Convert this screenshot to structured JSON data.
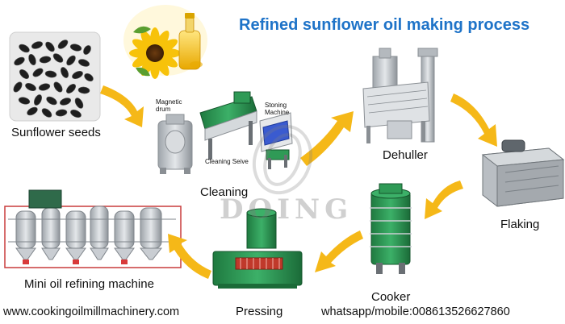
{
  "title": "Refined sunflower oil making process",
  "steps": {
    "seeds": "Sunflower seeds",
    "cleaning": "Cleaning",
    "dehuller": "Dehuller",
    "flaking": "Flaking",
    "cooker": "Cooker",
    "pressing": "Pressing",
    "refining": "Mini oil refining machine"
  },
  "machine_labels": {
    "magnetic_drum_1": "Magnetic",
    "magnetic_drum_2": "drum",
    "stoning_1": "Stoning",
    "stoning_2": "Machine",
    "cleaning_sieve": "Cleaning Seive"
  },
  "watermark": "DOING",
  "footer": {
    "website": "www.cookingoilmillmachinery.com",
    "contact": "whatsapp/mobile:008613526627860"
  },
  "colors": {
    "title": "#1e73c8",
    "arrow": "#f5b818",
    "machine_green": "#2f9a56",
    "machine_grey": "#c9cdd2",
    "seed_dark": "#1e1e1e"
  }
}
